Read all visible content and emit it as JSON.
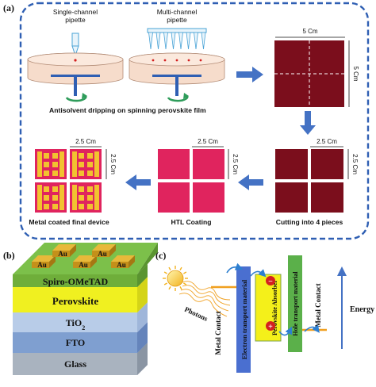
{
  "panel_a": {
    "label": "(a)",
    "single_pipette": [
      "Single-channel",
      "pipette"
    ],
    "multi_pipette": [
      "Multi-channel",
      "pipette"
    ],
    "antisolvent": "Antisolvent dripping on spinning perovskite film",
    "dim_5cm_top": "5 Cm",
    "dim_5cm_side": "5 Cm",
    "dim_25_cut_top": "2.5 Cm",
    "dim_25_cut_side": "2.5 Cm",
    "dim_25_htl_top": "2.5 Cm",
    "dim_25_htl_side": "2.5 Cm",
    "dim_25_final_top": "2.5 Cm",
    "dim_25_final_side": "2.5 Cm",
    "cutting": "Cutting into 4 pieces",
    "htl": "HTL Coating",
    "final": "Metal coated final device",
    "colors": {
      "dashed_border": "#2f5fb3",
      "arrow": "#4472c4",
      "film": "#7b0e1c",
      "htl": "#e0245e",
      "gold": "#f2c230",
      "dish": "#f6dccb"
    }
  },
  "panel_b": {
    "label": "(b)",
    "au": [
      "Au",
      "Au",
      "Au",
      "Au",
      "Au"
    ],
    "layers": [
      "Spiro-OMeTAD",
      "Perovskite",
      "TiO",
      "FTO",
      "Glass"
    ],
    "tio_sub": "2",
    "colors": {
      "spiro": "#6fae3a",
      "perovskite": "#f0f020",
      "tio2": "#b8cce8",
      "fto": "#7f9fd0",
      "glass": "#a9b3bf",
      "au": "#d9a520"
    }
  },
  "panel_c": {
    "label": "(c)",
    "photons": "Photons",
    "metal_contact_left": "Metal Contact",
    "etm": "Electron transport material",
    "absorber": "Perovskite Absorber",
    "htm": "Hole transport material",
    "metal_contact_right": "Metal Contact",
    "energy": "Energy",
    "minus": "−",
    "plus": "+",
    "colors": {
      "etm": "#4a6fd0",
      "absorber": "#f4f01a",
      "htm": "#5bb04a",
      "electron": "#d42020",
      "contact": "#f0a020"
    }
  }
}
